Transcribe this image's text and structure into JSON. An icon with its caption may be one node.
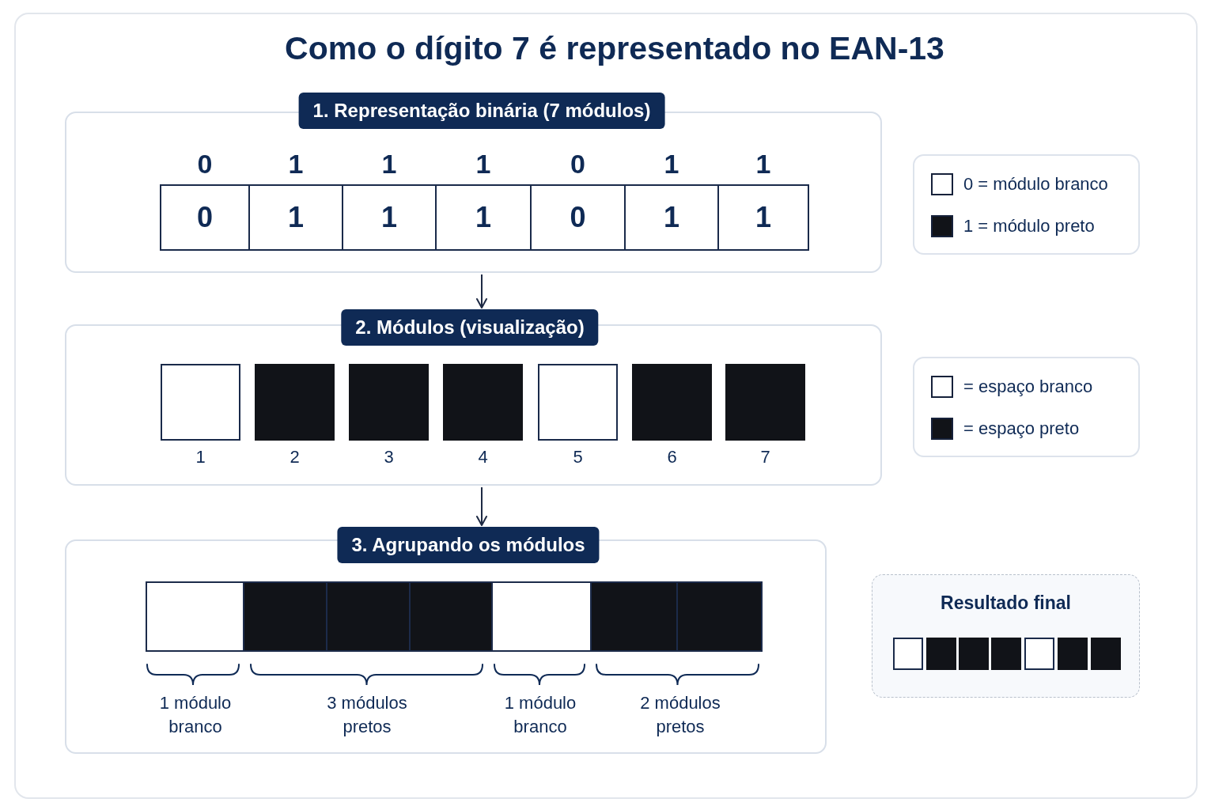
{
  "diagram": {
    "title": "Como o dígito 7 é representado no EAN-13",
    "nodes": [
      {
        "text": [
          "1. Representação binária (7 módulos)"
        ]
      },
      {
        "text": [
          "0"
        ],
        "beside": [
          "0"
        ],
        "in": 0
      },
      {
        "text": [
          "1"
        ],
        "beside": [
          "1"
        ],
        "in": 0
      },
      {
        "text": [
          "1"
        ],
        "beside": [
          "1"
        ],
        "in": 0
      },
      {
        "text": [
          "1"
        ],
        "beside": [
          "1"
        ],
        "in": 0
      },
      {
        "text": [
          "0"
        ],
        "beside": [
          "0"
        ],
        "in": 0
      },
      {
        "text": [
          "1"
        ],
        "beside": [
          "1"
        ],
        "in": 0
      },
      {
        "text": [
          "1"
        ],
        "beside": [
          "1"
        ],
        "in": 0
      },
      {
        "text": [
          "2. Módulos (visualização)"
        ]
      },
      {
        "text": [],
        "shape": "box",
        "beside": [
          "1"
        ],
        "in": 8
      },
      {
        "text": [],
        "shape": "box",
        "beside": [
          "2"
        ],
        "in": 8
      },
      {
        "text": [],
        "shape": "box",
        "beside": [
          "3"
        ],
        "in": 8
      },
      {
        "text": [],
        "shape": "box",
        "beside": [
          "4"
        ],
        "in": 8
      },
      {
        "text": [],
        "shape": "box",
        "beside": [
          "5"
        ],
        "in": 8
      },
      {
        "text": [],
        "shape": "box",
        "beside": [
          "6"
        ],
        "in": 8
      },
      {
        "text": [],
        "shape": "box",
        "beside": [
          "7"
        ],
        "in": 8
      },
      {
        "text": [
          "3. Agrupando os módulos"
        ]
      },
      {
        "text": [],
        "shape": "box",
        "in": 16
      },
      {
        "text": [],
        "shape": "box",
        "in": 16
      },
      {
        "text": [],
        "shape": "box",
        "in": 16
      },
      {
        "text": [],
        "shape": "box",
        "in": 16
      },
      {
        "text": [],
        "shape": "box",
        "in": 16
      },
      {
        "text": [],
        "shape": "box",
        "in": 16
      },
      {
        "text": [],
        "shape": "box",
        "in": 16
      },
      {
        "text": [
          "Resultado final"
        ]
      },
      {
        "text": [],
        "shape": "box",
        "in": 24
      },
      {
        "text": [],
        "shape": "box",
        "in": 24
      },
      {
        "text": [],
        "shape": "box",
        "in": 24
      },
      {
        "text": [],
        "shape": "box",
        "in": 24
      },
      {
        "text": [],
        "shape": "box",
        "in": 24
      },
      {
        "text": [],
        "shape": "box",
        "in": 24
      },
      {
        "text": [],
        "shape": "box",
        "in": 24
      }
    ],
    "edges": [
      {
        "from": 0,
        "to": 8,
        "arrow": "to"
      },
      {
        "from": 8,
        "to": 16,
        "arrow": "to"
      }
    ],
    "labels": [
      "1 módulo branco",
      "3 módulos pretos",
      "1 módulo branco",
      "2 módulos pretos"
    ],
    "legend": [
      {
        "text": "0 = módulo branco",
        "color": "#ffffff"
      },
      {
        "text": "1 = módulo preto",
        "color": "#111318"
      },
      {
        "text": "= espaço branco",
        "color": "#ffffff"
      },
      {
        "text": "= espaço preto",
        "color": "#111318"
      }
    ]
  }
}
